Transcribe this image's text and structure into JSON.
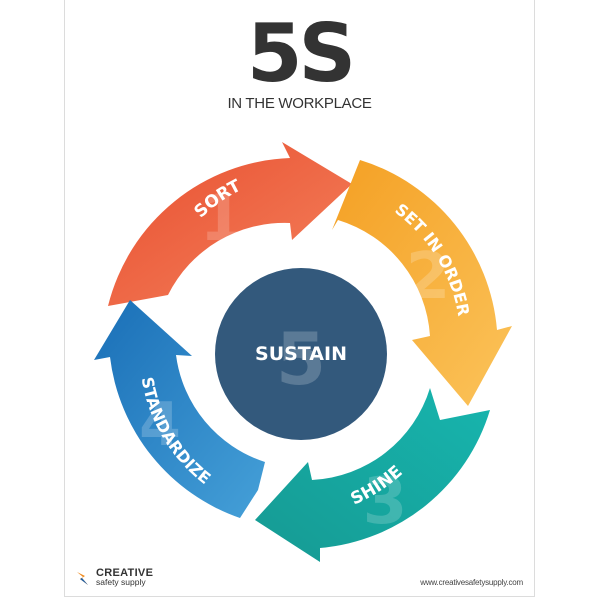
{
  "header": {
    "title": "5S",
    "subtitle": "IN THE WORKPLACE"
  },
  "steps": [
    {
      "number": "1",
      "label": "SORT",
      "color_start": "#e84e2f",
      "color_end": "#f4825d"
    },
    {
      "number": "2",
      "label": "SET IN ORDER",
      "color_start": "#f4a024",
      "color_end": "#fbc35a"
    },
    {
      "number": "3",
      "label": "SHINE",
      "color_start": "#13b0ab",
      "color_end": "#1c9e96"
    },
    {
      "number": "4",
      "label": "STANDARDIZE",
      "color_start": "#1a6fb7",
      "color_end": "#3b97d3"
    }
  ],
  "center": {
    "number": "5",
    "label": "SUSTAIN",
    "color": "#33597c"
  },
  "footer": {
    "brand_line1": "CREATIVE",
    "brand_line2": "safety supply",
    "url": "www.creativesafetysupply.com"
  }
}
